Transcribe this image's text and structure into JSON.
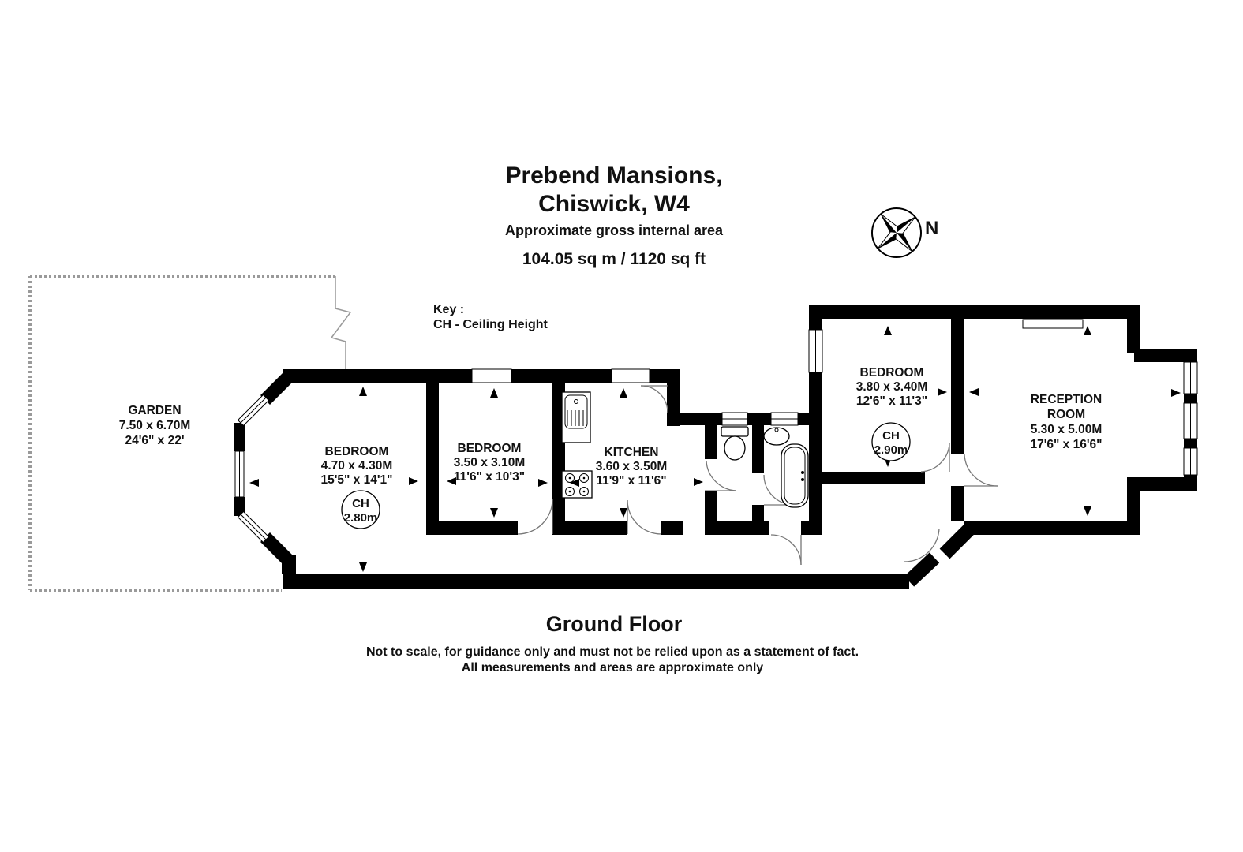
{
  "header": {
    "title_line1": "Prebend Mansions,",
    "title_line2": "Chiswick, W4",
    "subtitle": "Approximate gross internal area",
    "area": "104.05 sq m /  1120 sq ft"
  },
  "compass": {
    "north_label": "N"
  },
  "key": {
    "title": "Key :",
    "ceiling_height": "CH - Ceiling Height"
  },
  "garden": {
    "name": "GARDEN",
    "metric": "7.50 x 6.70M",
    "imperial": "24'6\" x 22'"
  },
  "rooms": {
    "bedroom1": {
      "name": "BEDROOM",
      "metric": "4.70 x 4.30M",
      "imperial": "15'5\" x 14'1\"",
      "ch_label": "CH",
      "ch_value": "2.80m"
    },
    "bedroom2": {
      "name": "BEDROOM",
      "metric": "3.50 x 3.10M",
      "imperial": "11'6\" x 10'3\""
    },
    "kitchen": {
      "name": "KITCHEN",
      "metric": "3.60 x 3.50M",
      "imperial": "11'9\" x 11'6\""
    },
    "bedroom3": {
      "name": "BEDROOM",
      "metric": "3.80 x 3.40M",
      "imperial": "12'6\" x 11'3\"",
      "ch_label": "CH",
      "ch_value": "2.90m"
    },
    "reception": {
      "name_line1": "RECEPTION",
      "name_line2": "ROOM",
      "metric": "5.30 x 5.00M",
      "imperial": "17'6\" x 16'6\""
    }
  },
  "footer": {
    "floor_label": "Ground Floor",
    "disclaimer_line1": "Not to scale, for guidance only and must not be relied upon as a statement of fact.",
    "disclaimer_line2": "All measurements and areas are approximate only"
  }
}
